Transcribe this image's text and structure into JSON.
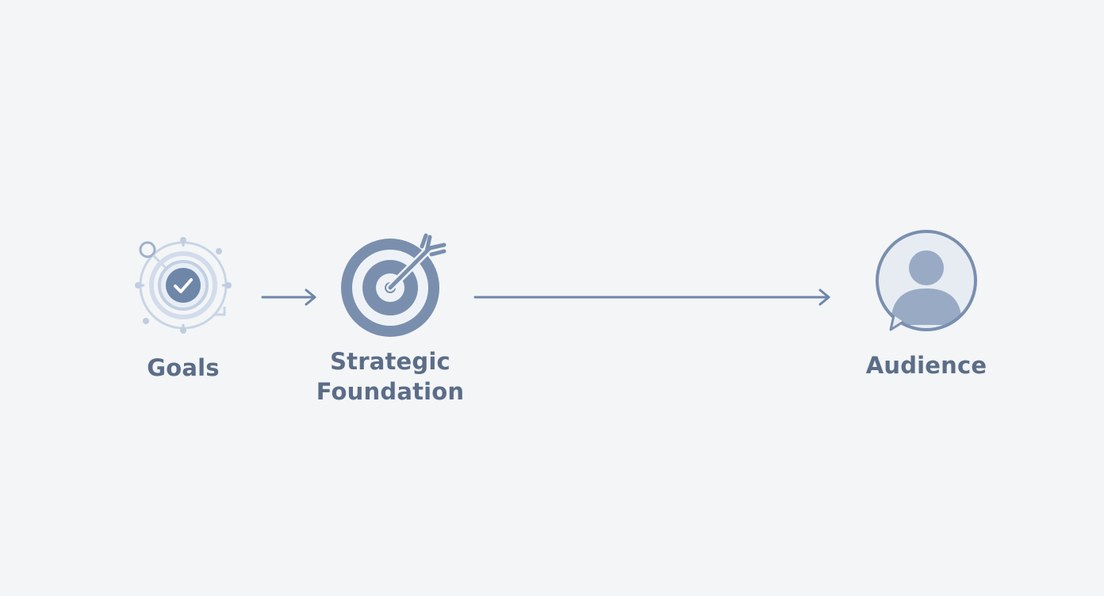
{
  "diagram": {
    "nodes": [
      {
        "id": "goals",
        "label": "Goals",
        "icon": "goal-check-icon"
      },
      {
        "id": "strategic-foundation",
        "label": "Strategic\nFoundation",
        "label_lines": [
          "Strategic",
          "Foundation"
        ],
        "icon": "target-arrow-icon"
      },
      {
        "id": "audience",
        "label": "Audience",
        "icon": "user-avatar-icon"
      }
    ],
    "edges": [
      {
        "from": "goals",
        "to": "strategic-foundation"
      },
      {
        "from": "strategic-foundation",
        "to": "audience"
      }
    ]
  },
  "colors": {
    "background": "#f3f5f7",
    "primary": "#6e86a8",
    "light": "#b9c7d9",
    "lighter": "#dfe6ef",
    "text": "#5b6d87"
  }
}
